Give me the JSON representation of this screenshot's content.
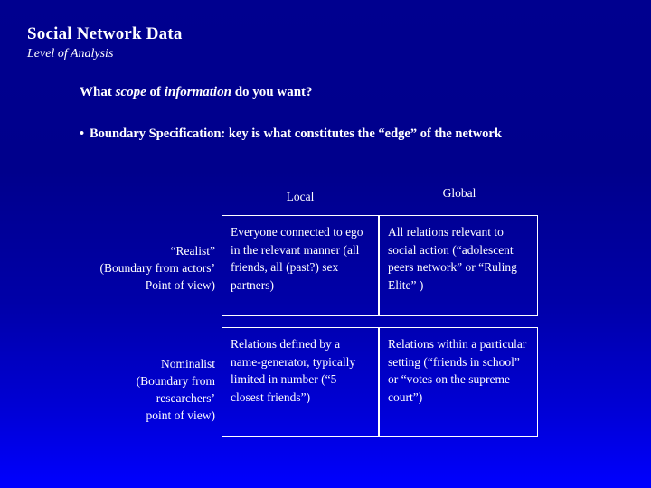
{
  "slide": {
    "title": "Social Network Data",
    "subtitle": "Level of Analysis",
    "question_part1": "What ",
    "question_scope": "scope",
    "question_part2": " of ",
    "question_information": "information",
    "question_part3": " do you want?",
    "bullet_marker": "•",
    "bullet_text": "Boundary Specification:  key is what constitutes the “edge” of the network",
    "columns": [
      {
        "label": "Local"
      },
      {
        "label": "Global"
      }
    ],
    "rows": [
      {
        "label": "“Realist”\n(Boundary from actors’\nPoint of view)",
        "cells": [
          "Everyone connected to ego in the relevant manner (all friends, all (past?) sex partners)",
          "All relations relevant to social action (“adolescent peers network” or “Ruling Elite” )"
        ]
      },
      {
        "label": "Nominalist\n(Boundary from researchers’\npoint of view)",
        "cells": [
          "Relations defined by a name-generator, typically limited in number (“5 closest friends”)",
          "Relations within a particular setting (“friends in school” or “votes on the supreme court”)"
        ]
      }
    ],
    "colors": {
      "background_top": "#00008f",
      "background_bottom": "#0000ff",
      "text": "#ffffff"
    }
  }
}
